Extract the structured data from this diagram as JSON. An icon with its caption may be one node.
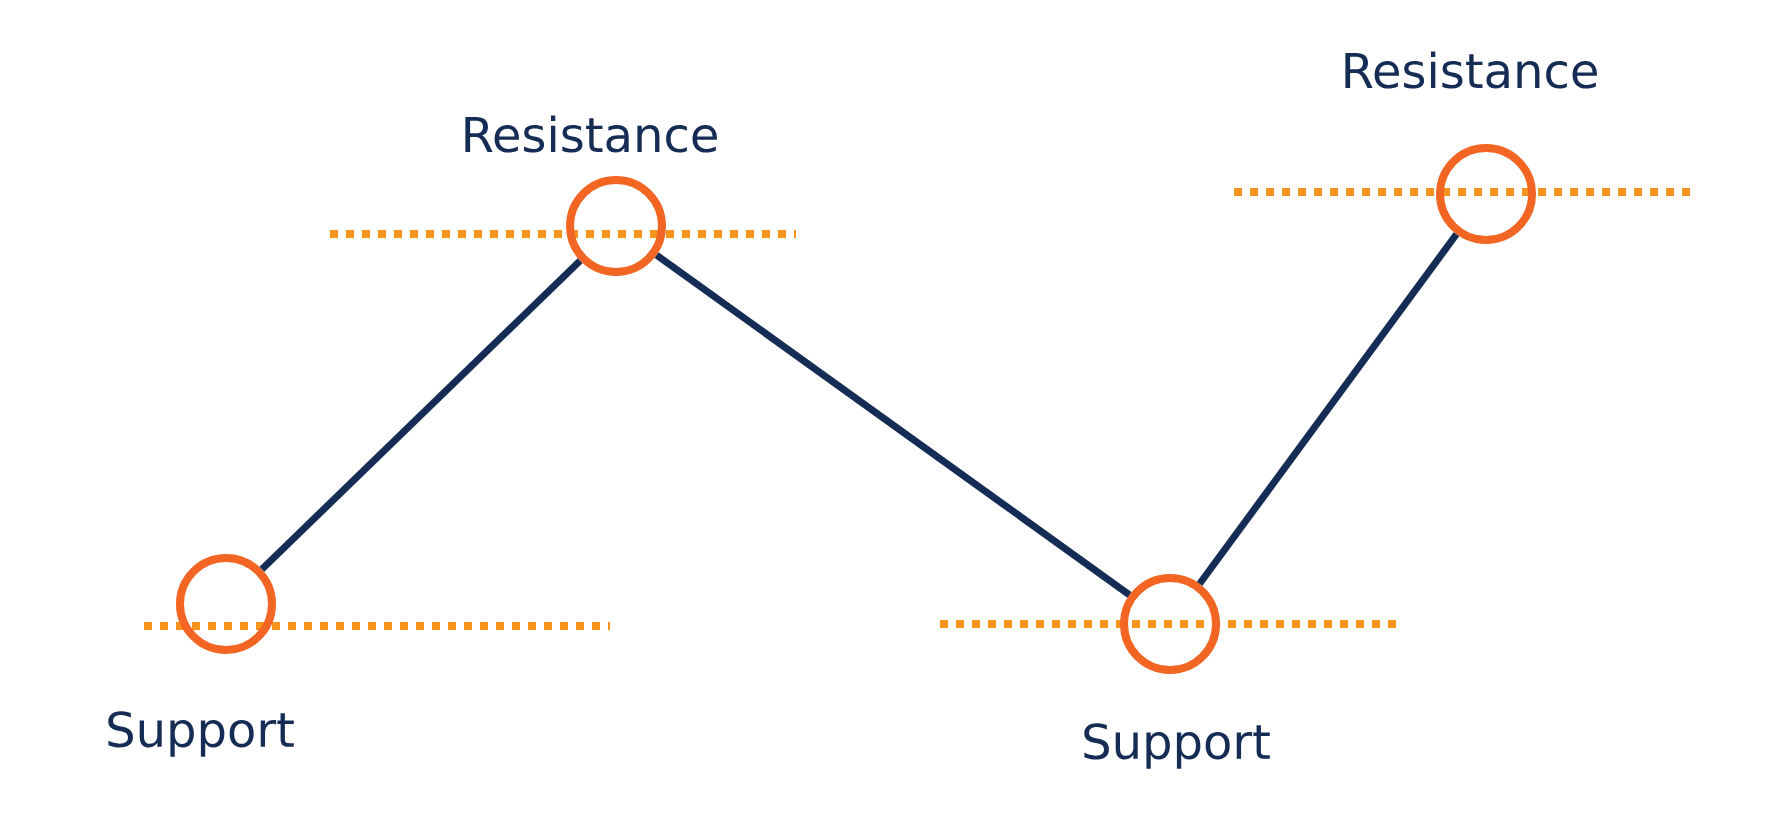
{
  "diagram": {
    "nodes": [
      {
        "text": [],
        "shape": "circle",
        "beside": [
          "Support"
        ]
      },
      {
        "text": [],
        "shape": "circle",
        "beside": [
          "Resistance"
        ]
      },
      {
        "text": [],
        "shape": "circle",
        "beside": [
          "Support"
        ]
      },
      {
        "text": [],
        "shape": "circle",
        "beside": [
          "Resistance"
        ]
      }
    ],
    "edges": [
      {
        "from": 0,
        "to": 1,
        "arrow": "none"
      },
      {
        "from": 1,
        "to": 2,
        "arrow": "none"
      },
      {
        "from": 2,
        "to": 3,
        "arrow": "none"
      }
    ]
  }
}
